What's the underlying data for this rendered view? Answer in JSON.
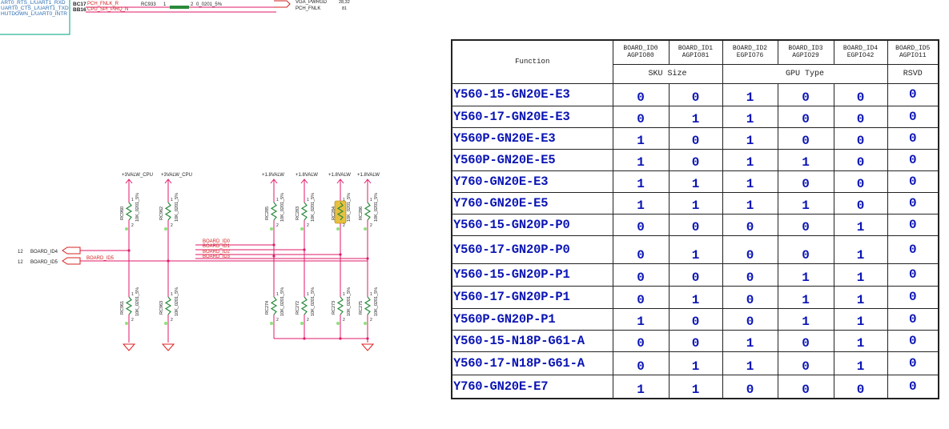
{
  "schematic": {
    "top_signals": {
      "left_labels": [
        "ART0_RTS_L/UART1_RXD",
        "UART0_CTS_L/UART1_TXD",
        "HUTDOWN_L/UART0_INTR"
      ],
      "pins": [
        "BC17",
        "BB16"
      ],
      "nets": [
        "PCH_FNLK_R",
        "CPU_SPI_PIRQ_N"
      ],
      "resistor": {
        "ref": "RC933",
        "pin1": "1",
        "pin2": "2",
        "value": "0_0201_5%"
      },
      "right_labels": [
        "VGA_PWRGD",
        "PCH_FNLK"
      ],
      "right_refs": [
        "28,32",
        "81"
      ]
    },
    "power_left": "+3VALW_CPU",
    "power_right": "+1.8VALW",
    "ports": [
      {
        "page": "12",
        "label": "BOARD_ID4"
      },
      {
        "page": "12",
        "label": "BOARD_ID5"
      }
    ],
    "bus_labels": [
      "BOARD_ID0",
      "BOARD_ID1",
      "BOARD_ID2",
      "BOARD_ID3"
    ],
    "bus_label_left": "BOARD_ID5",
    "resistor_value": "10K_0201_5%",
    "pin_one": "1",
    "pin_two": "2",
    "top_resistors": [
      "RC960",
      "RC962",
      "RC285",
      "RC283",
      "RC284",
      "RC286"
    ],
    "bottom_resistors": [
      "RC961",
      "RC963",
      "RC274",
      "RC272",
      "RC273",
      "RC275"
    ]
  },
  "table": {
    "function_header": "Function",
    "columns": [
      {
        "name": "BOARD_ID0",
        "gpio": "AGPIO80"
      },
      {
        "name": "BOARD_ID1",
        "gpio": "AGPIO81"
      },
      {
        "name": "BOARD_ID2",
        "gpio": "EGPIO76"
      },
      {
        "name": "BOARD_ID3",
        "gpio": "AGPIO29"
      },
      {
        "name": "BOARD_ID4",
        "gpio": "EGPIO42"
      },
      {
        "name": "BOARD_ID5",
        "gpio": "AGPIO11"
      }
    ],
    "groups": {
      "sku": "SKU Size",
      "gpu": "GPU Type",
      "rsvd": "RSVD"
    },
    "rows": [
      {
        "name": "Y560-15-GN20E-E3",
        "v": [
          "0",
          "0",
          "1",
          "0",
          "0",
          "0"
        ]
      },
      {
        "name": "Y560-17-GN20E-E3",
        "v": [
          "0",
          "1",
          "1",
          "0",
          "0",
          "0"
        ]
      },
      {
        "name": "Y560P-GN20E-E3",
        "v": [
          "1",
          "0",
          "1",
          "0",
          "0",
          "0"
        ]
      },
      {
        "name": "Y560P-GN20E-E5",
        "v": [
          "1",
          "0",
          "1",
          "1",
          "0",
          "0"
        ]
      },
      {
        "name": "Y760-GN20E-E3",
        "v": [
          "1",
          "1",
          "1",
          "0",
          "0",
          "0"
        ]
      },
      {
        "name": "Y760-GN20E-E5",
        "v": [
          "1",
          "1",
          "1",
          "1",
          "0",
          "0"
        ]
      },
      {
        "name": "Y560-15-GN20P-P0",
        "v": [
          "0",
          "0",
          "0",
          "0",
          "1",
          "0"
        ]
      },
      {
        "name": "Y560-17-GN20P-P0",
        "v": [
          "0",
          "1",
          "0",
          "0",
          "1",
          "0"
        ]
      },
      {
        "name": "Y560-15-GN20P-P1",
        "v": [
          "0",
          "0",
          "0",
          "1",
          "1",
          "0"
        ]
      },
      {
        "name": "Y560-17-GN20P-P1",
        "v": [
          "0",
          "1",
          "0",
          "1",
          "1",
          "0"
        ]
      },
      {
        "name": "Y560P-GN20P-P1",
        "v": [
          "1",
          "0",
          "0",
          "1",
          "1",
          "0"
        ]
      },
      {
        "name": "Y560-15-N18P-G61-A",
        "v": [
          "0",
          "0",
          "1",
          "0",
          "1",
          "0"
        ]
      },
      {
        "name": "Y560-17-N18P-G61-A",
        "v": [
          "0",
          "1",
          "1",
          "0",
          "1",
          "0"
        ]
      },
      {
        "name": "Y760-GN20E-E7",
        "v": [
          "1",
          "1",
          "0",
          "0",
          "0",
          "0"
        ]
      }
    ]
  },
  "colors": {
    "wire": "#e01a6a",
    "net_label": "#d42020",
    "pin_label": "#2a6cb0",
    "resistor": "#2a8a3a",
    "ground": "#e02020",
    "table_text": "#0a14b4",
    "highlight": "#e8c040",
    "box": "#2bb59a"
  }
}
